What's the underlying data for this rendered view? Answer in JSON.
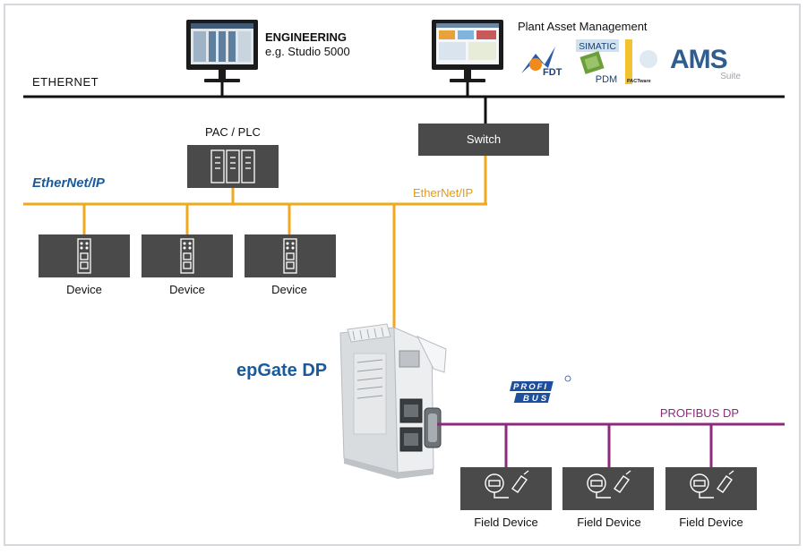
{
  "diagram": {
    "ethernet_label": "ETHERNET",
    "engineering": {
      "title": "ENGINEERING",
      "subtitle": "e.g. Studio 5000"
    },
    "plant_asset": {
      "title": "Plant Asset Management",
      "logos": {
        "fdt": "FDT",
        "simatic": "SIMATIC",
        "pdm": "PDM",
        "pactware": "PACTware",
        "ams": "AMS",
        "ams_suite": "Suite"
      }
    },
    "switch_label": "Switch",
    "plc_label": "PAC / PLC",
    "ethernetip_logo": {
      "part1": "EtherN",
      "part2": "et/IP"
    },
    "ethernetip_label": "EtherNet/IP",
    "devices": [
      "Device",
      "Device",
      "Device"
    ],
    "gateway_label": "epGate DP",
    "profibus_logo": {
      "top": "PROFI",
      "bottom": "BUS"
    },
    "profibus_label": "PROFIBUS DP",
    "field_devices": [
      "Field Device",
      "Field Device",
      "Field Device"
    ],
    "colors": {
      "black_line": "#111111",
      "ethernetip_line": "#f2a81d",
      "profibus_line": "#8e2a7d",
      "box": "#4a4a4a",
      "blue_text": "#1a5a9b",
      "profibus_blue": "#1f4f9c",
      "ams_blue": "#2f5d8f"
    }
  }
}
